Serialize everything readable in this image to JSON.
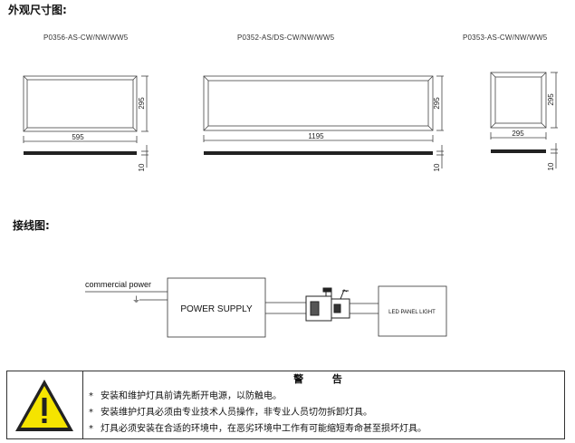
{
  "headings": {
    "dimensions": "外观尺寸图:",
    "wiring": "接线图:"
  },
  "panels": [
    {
      "model": "P0356-AS-CW/NW/WW5",
      "width_label": "595",
      "height_label": "295",
      "thickness_label": "10"
    },
    {
      "model": "P0352-AS/DS-CW/NW/WW5",
      "width_label": "1195",
      "height_label": "295",
      "thickness_label": "10"
    },
    {
      "model": "P0353-AS-CW/NW/WW5",
      "width_label": "295",
      "height_label": "295",
      "thickness_label": "10"
    }
  ],
  "wiring": {
    "input_label": "commercial power",
    "ground_symbol": "⏚",
    "power_supply_label": "POWER SUPPLY",
    "led_label": "LED PANEL LIGHT"
  },
  "warning": {
    "title": "警 告",
    "bullet": "*",
    "items": [
      "安装和维护灯具前请先断开电源，以防触电。",
      "安装维护灯具必须由专业技术人员操作，非专业人员切勿拆卸灯具。",
      "灯具必须安装在合适的环境中，在恶劣环境中工作有可能缩短寿命甚至损坏灯具。"
    ],
    "icon": "warning-triangle-icon",
    "icon_color": "#f5e400"
  }
}
